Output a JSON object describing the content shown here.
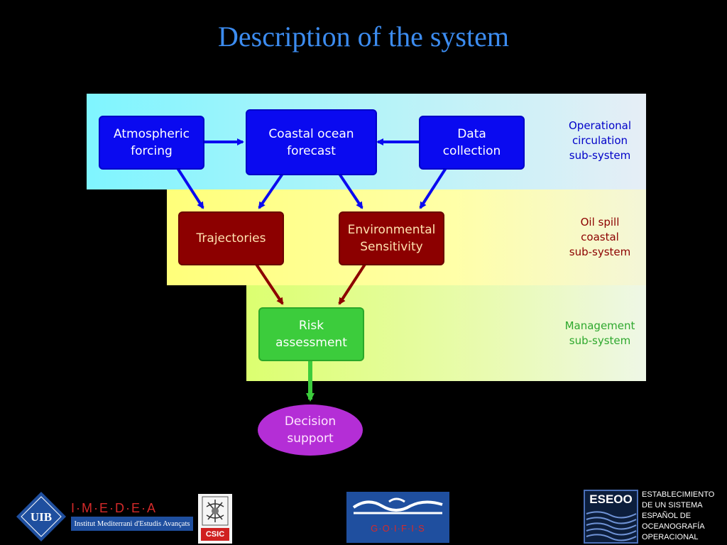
{
  "title": "Description of the system",
  "bands": {
    "operational": "Operational\ncirculation\nsub-system",
    "oil_spill": "Oil spill\ncoastal\nsub-system",
    "management": "Management\nsub-system"
  },
  "nodes": {
    "atmospheric_forcing": "Atmospheric\nforcing",
    "coastal_ocean_forecast": "Coastal ocean\nforecast",
    "data_collection": "Data\ncollection",
    "trajectories": "Trajectories",
    "environmental_sensitivity": "Environmental\nSensitivity",
    "risk_assessment": "Risk\nassessment",
    "decision_support": "Decision\nsupport"
  },
  "logos": {
    "uib": "UIB",
    "imedea": "I·M·E·D·E·A",
    "imedea_subtitle": "Institut Mediterrani d'Estudis Avançats",
    "csic": "CSIC",
    "goifis": "G·O·I·F·I·S",
    "eseoo": "ESEOO",
    "eseoo_full": "ESTABLECIMIENTO\nDE UN SISTEMA\nESPAÑOL DE\nOCEANOGRAFÍA\nOPERACIONAL"
  },
  "colors": {
    "title": "#3c8cf0",
    "operational_box": "#0a0af0",
    "oil_box": "#8c0000",
    "management_box": "#3ccc3c",
    "decision": "#b42ed6"
  }
}
